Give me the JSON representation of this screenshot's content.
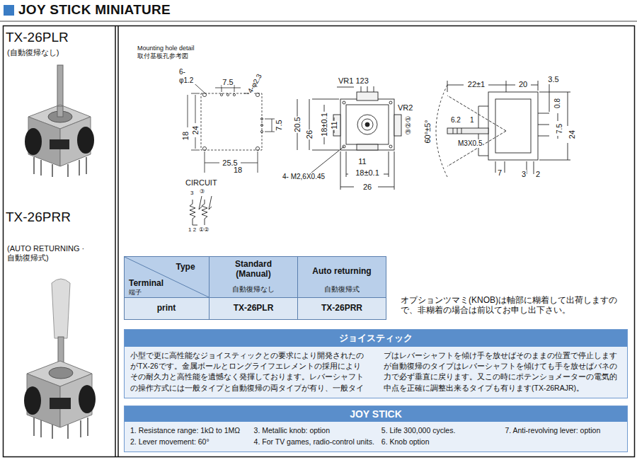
{
  "diagram": {
    "title": "JOY STICK MINIATURE",
    "nodes": [
      {
        "text": [
          "ジョイスティック",
          "小型で更に高性能なジョイスティックとの要求により開発されたのがTX-26です。金属ボールとロングライフエレメントの採用によりその耐久力と高性能を遺憾なく発揮しております。レバーシャフトの操作方式には一般タイプと自動復帰の両タイプが有り、一般タイプはレバーシャフトを傾け手を放せばそのままの位置で停止しますが自動復帰のタイプはレバーシャフトを傾けても手を放せばバネの力で必ず垂直に戻ります。又この時にポテンショメーターの電気的中点を正確に調整出来るタイプも有ります(TX-26RAJR)。"
        ]
      },
      {
        "text": [
          "JOY STICK",
          "1. Resistance range: 1kΩ to 1MΩ",
          "2. Lever movement: 60°",
          "3. Metallic knob: option",
          "4. For TV games, radio-control units.",
          "5. Life 300,000 cycles.",
          "6. Knob option",
          "7. Anti-revolving lever: option"
        ]
      }
    ],
    "labels": [
      "TX-26PLR",
      "(自動復帰なし)",
      "TX-26PRR",
      "(AUTO RETURNING ·自動復帰式)",
      "Mounting hole detail",
      "取付基板孔参考図",
      "6- φ1.2",
      "7.5",
      "4-φ2.3",
      "18",
      "24",
      "7.5",
      "25.5",
      "18",
      "CIRCUIT",
      "3",
      "1 2",
      "③",
      "①②",
      "20.5",
      "26",
      "18±0.1",
      "11",
      "VR1 123",
      "VR2",
      "③②①",
      "60°±5°",
      "11",
      "18±0.1",
      "26",
      "4- M2,6X0.45",
      "22±1",
      "20",
      "3.5",
      "6.2",
      "1",
      "0.8",
      "7.5",
      "24",
      "M3X0.5",
      "7",
      "3",
      "2",
      "Type",
      "Terminal",
      "端子",
      "Standard (Manual)",
      "自動復帰なし",
      "Auto returning",
      "自動復帰式",
      "print",
      "TX-26PLR",
      "TX-26PRR",
      "オプションツマミ(KNOB)は軸部に糊着して出荷しますので、非糊着の場合は前以てお申し出下さい。"
    ]
  }
}
